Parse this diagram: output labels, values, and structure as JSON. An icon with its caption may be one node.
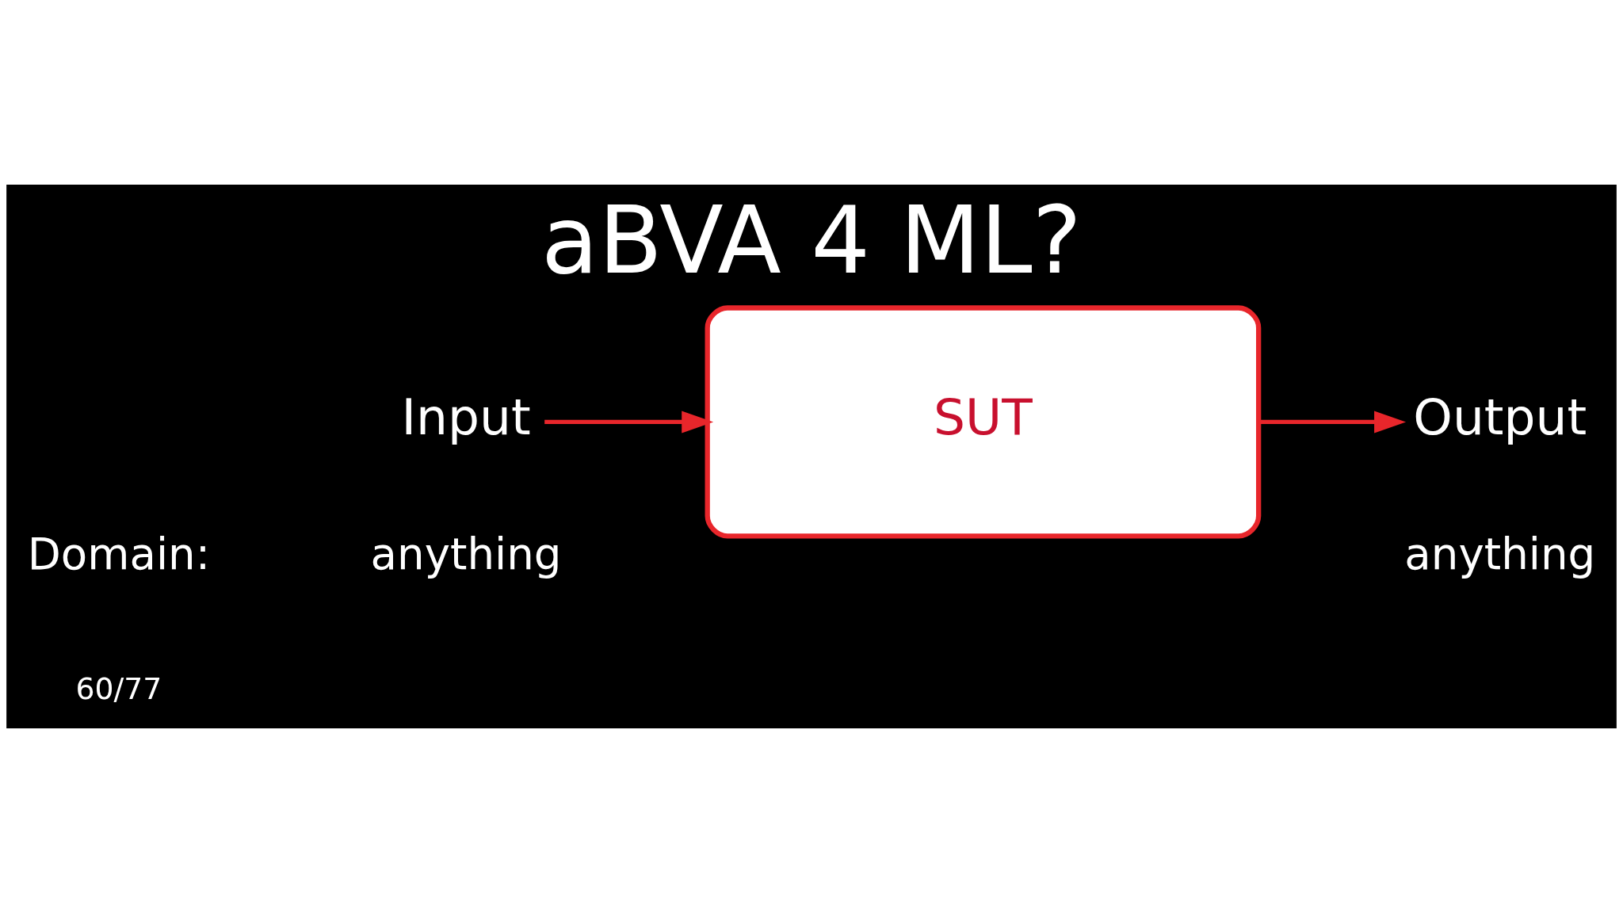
{
  "diagram": {
    "title": "aBVA 4 ML?",
    "nodes": [
      {
        "text": [
          "Input"
        ]
      },
      {
        "text": [
          "SUT"
        ]
      },
      {
        "text": [
          "Output"
        ]
      }
    ],
    "edges": [
      {
        "from": 0,
        "to": 1,
        "arrow": "to"
      },
      {
        "from": 1,
        "to": 2,
        "arrow": "to"
      }
    ],
    "labels": [
      "Domain:",
      "anything",
      "anything",
      "60/77"
    ]
  }
}
